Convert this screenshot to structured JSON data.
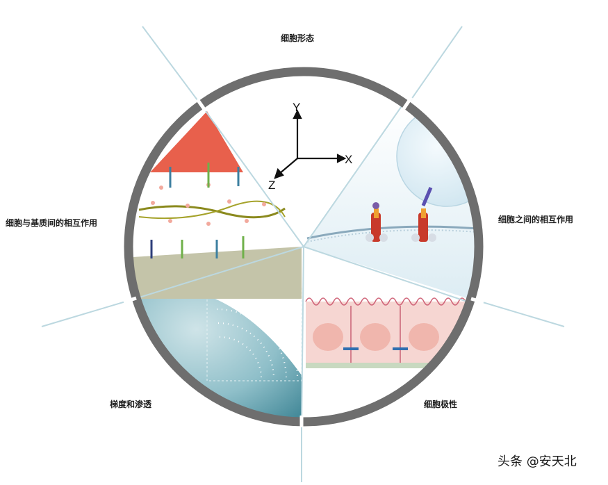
{
  "labels": {
    "top": "细胞形态",
    "right": "细胞之间的相互作用",
    "left": "细胞与基质间的相互作用",
    "bottom_left": "梯度和渗透",
    "bottom_right": "细胞极性"
  },
  "axes": {
    "y": "Y",
    "x": "X",
    "z": "Z"
  },
  "watermark": "头条 @安天北",
  "colors": {
    "ring": "#6e6e6e",
    "divider": "#bcd8e0",
    "triangle": "#e8604c",
    "matrix_ground": "#c4c4a9",
    "gradient_teal": "#4f97a6",
    "cell_bubble": "#dcedf5",
    "epithelium": "#f6d6d2",
    "receptor_red": "#c83a2b"
  }
}
